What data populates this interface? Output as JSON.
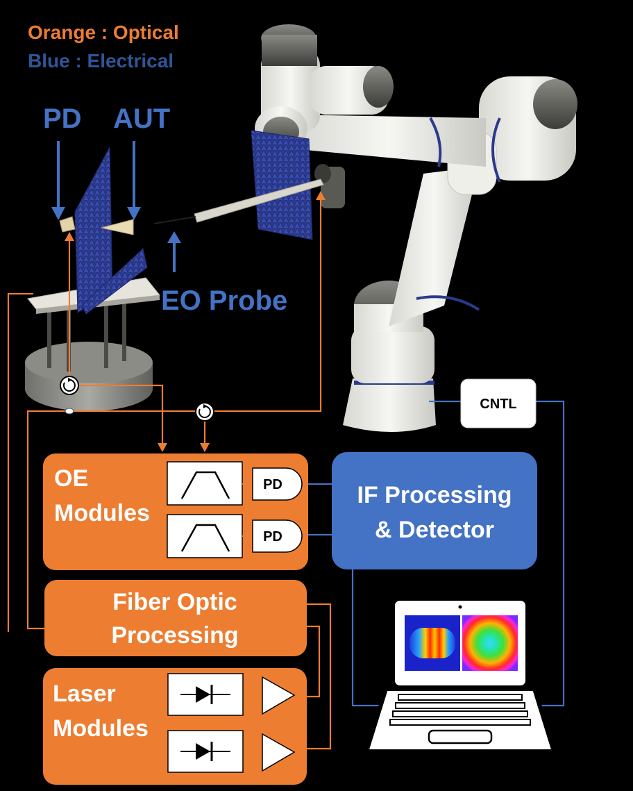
{
  "legend": {
    "orange": "Orange : Optical",
    "blue": "Blue : Electrical"
  },
  "labels": {
    "pd": "PD",
    "aut": "AUT",
    "eo_probe": "EO Probe",
    "cntl": "CNTL"
  },
  "modules": {
    "oe_line1": "OE",
    "oe_line2": "Modules",
    "oe_pd": "PD",
    "if_line1": "IF Processing",
    "if_line2": "& Detector",
    "fiber_line1": "Fiber Optic",
    "fiber_line2": "Processing",
    "laser_line1": "Laser",
    "laser_line2": "Modules"
  },
  "colors": {
    "optical": "#ED7D31",
    "electrical": "#4472C4",
    "legend_blue": "#2F5597",
    "label_blue": "#4472C4",
    "absorber": "#2B3A8A"
  }
}
